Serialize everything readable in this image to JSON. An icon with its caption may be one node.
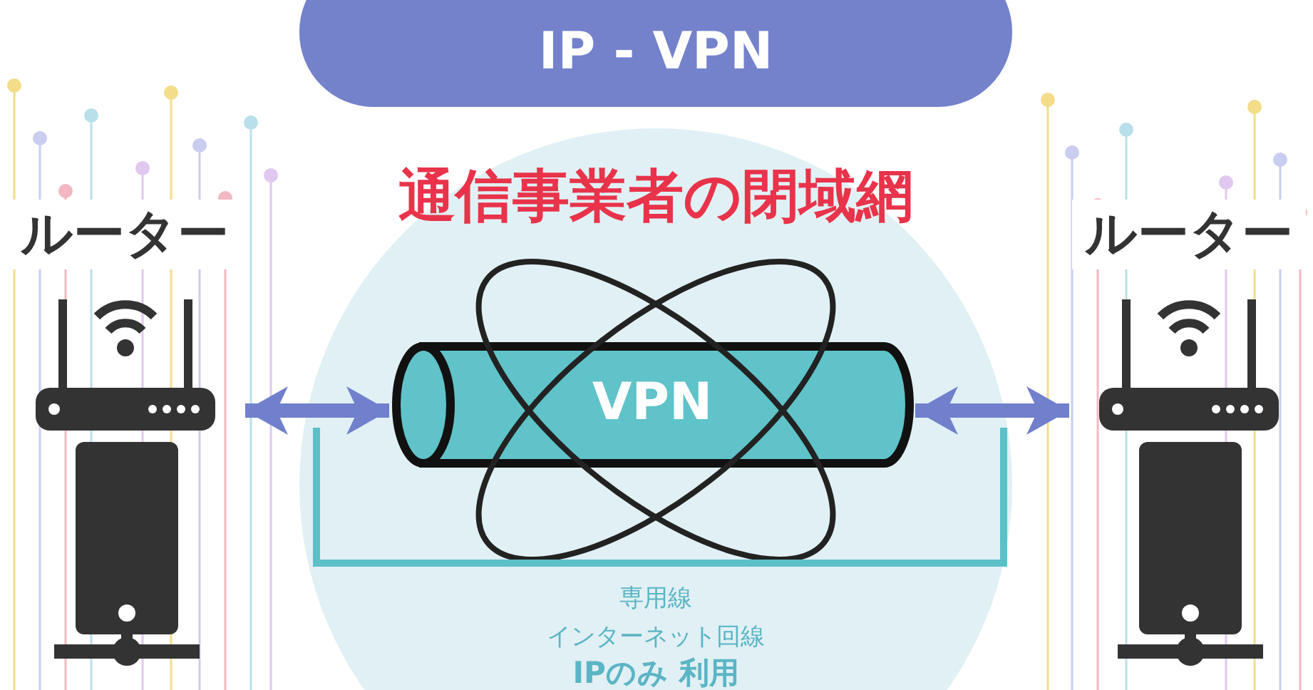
{
  "diagram": {
    "nodes": [
      {
        "text": [
          "IP - VPN"
        ]
      },
      {
        "text": [
          "通信事業者の閉域網",
          "専用線",
          "インターネット回線",
          "IPのみ 利用"
        ]
      },
      {
        "text": [
          "VPN"
        ],
        "in": 1
      },
      {
        "text": [
          "ルーター"
        ]
      },
      {
        "text": [
          "ルーター"
        ]
      }
    ],
    "edges": [
      {
        "from": 3,
        "to": 2,
        "arrow": "both"
      },
      {
        "from": 2,
        "to": 4,
        "arrow": "both"
      }
    ]
  }
}
